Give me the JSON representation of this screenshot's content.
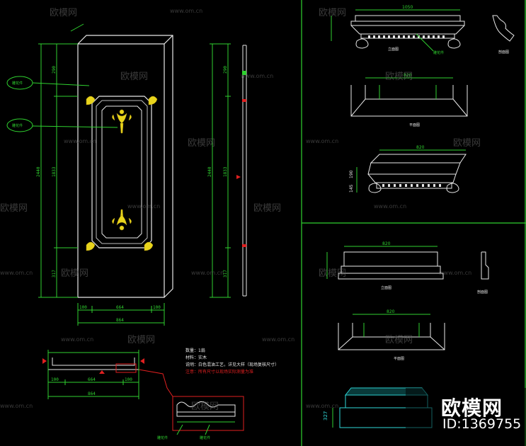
{
  "watermark": {
    "brand": "欧模网",
    "url": "www.om.cn"
  },
  "badge": {
    "brand": "欧模网",
    "id": "ID:1369755"
  },
  "labels": {
    "elevation": "立面图",
    "plan": "平面图",
    "section": "剖面图",
    "material_tag": "雕花件"
  },
  "notes": {
    "line1": "数量：1扇",
    "line2": "材料：实木",
    "line3": "说明：白色混油工艺，详见大样（现场复核尺寸）",
    "warning": "注意：所有尺寸以现场实际测量为准"
  },
  "dims": {
    "door_width": "864",
    "door_height": "2440",
    "panel_height": "1833",
    "top": "290",
    "bottom": "317",
    "side": "100",
    "inner": "664",
    "plan_total": "864",
    "cornice_top": "1050",
    "base_w": "820",
    "base_h": "327",
    "sm1": "145",
    "sm2": "190"
  }
}
